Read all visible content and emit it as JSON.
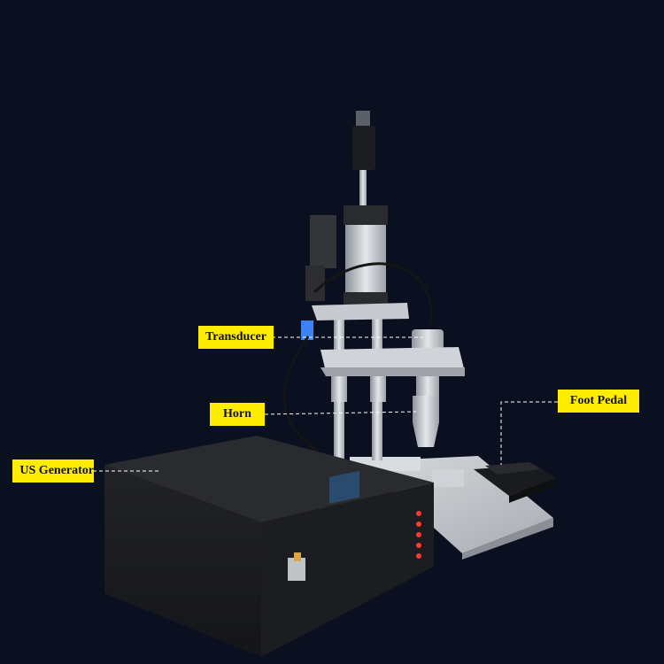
{
  "labels": {
    "transducer": "Transducer",
    "horn": "Horn",
    "foot_pedal": "Foot Pedal",
    "us_generator": "US Generator"
  },
  "colors": {
    "background": "#0b1020",
    "callout_fill": "#ffed00",
    "leader_line": "#ffffff",
    "generator_body": "#1a1b1e",
    "aluminum": "#c9ccd1"
  }
}
